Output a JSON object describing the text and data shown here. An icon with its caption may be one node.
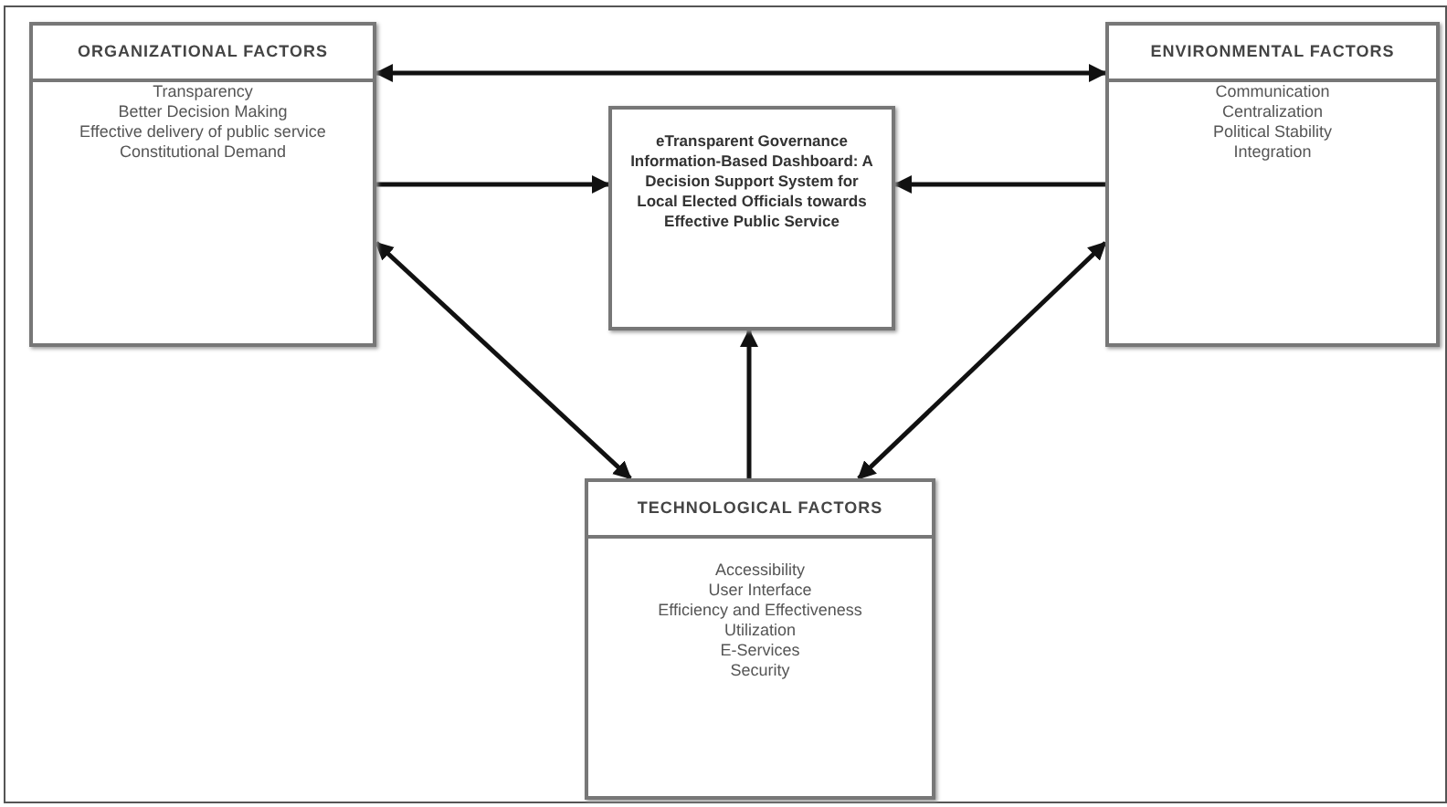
{
  "diagram": {
    "nodes": [
      {
        "text": [
          "ORGANIZATIONAL FACTORS",
          "Transparency",
          "Better Decision Making",
          "Effective delivery of public service",
          "Constitutional Demand"
        ]
      },
      {
        "text": [
          "ENVIRONMENTAL FACTORS",
          "Communication",
          "Centralization",
          "Political Stability",
          "Integration"
        ]
      },
      {
        "text": [
          "eTransparent Governance Information-Based Dashboard: A Decision Support System for Local Elected Officials towards Effective Public Service"
        ]
      },
      {
        "text": [
          "TECHNOLOGICAL FACTORS",
          "Accessibility",
          "User Interface",
          "Efficiency and Effectiveness",
          "Utilization",
          "E-Services",
          "Security"
        ]
      }
    ],
    "edges": [
      {
        "from": 0,
        "to": 1,
        "arrow": "both"
      },
      {
        "from": 0,
        "to": 2,
        "arrow": "to"
      },
      {
        "from": 1,
        "to": 2,
        "arrow": "to"
      },
      {
        "from": 0,
        "to": 3,
        "arrow": "both"
      },
      {
        "from": 3,
        "to": 2,
        "arrow": "to"
      },
      {
        "from": 1,
        "to": 3,
        "arrow": "both"
      }
    ]
  }
}
